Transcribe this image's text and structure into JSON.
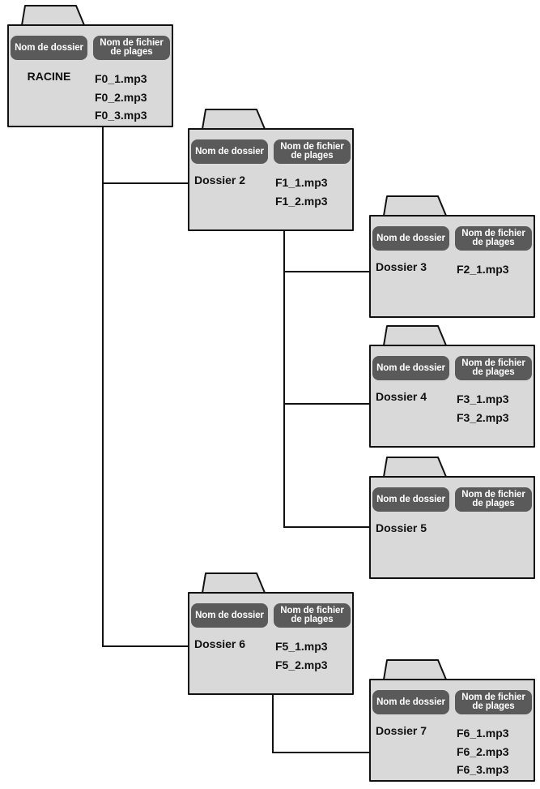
{
  "labels": {
    "folder_badge": "Nom de dossier",
    "file_badge": "Nom de fichier\nde plages"
  },
  "folders": [
    {
      "id": "root",
      "name": "RACINE",
      "files": [
        "F0_1.mp3",
        "F0_2.mp3",
        "F0_3.mp3"
      ]
    },
    {
      "id": "folder-2",
      "name": "Dossier 2",
      "files": [
        "F1_1.mp3",
        "F1_2.mp3"
      ]
    },
    {
      "id": "folder-3",
      "name": "Dossier 3",
      "files": [
        "F2_1.mp3"
      ]
    },
    {
      "id": "folder-4",
      "name": "Dossier 4",
      "files": [
        "F3_1.mp3",
        "F3_2.mp3"
      ]
    },
    {
      "id": "folder-5",
      "name": "Dossier 5",
      "files": []
    },
    {
      "id": "folder-6",
      "name": "Dossier 6",
      "files": [
        "F5_1.mp3",
        "F5_2.mp3"
      ]
    },
    {
      "id": "folder-7",
      "name": "Dossier 7",
      "files": [
        "F6_1.mp3",
        "F6_2.mp3",
        "F6_3.mp3"
      ]
    }
  ],
  "colors": {
    "folder_fill": "#d9d9d9",
    "badge_fill": "#5a5a5a",
    "outline": "#111111"
  }
}
